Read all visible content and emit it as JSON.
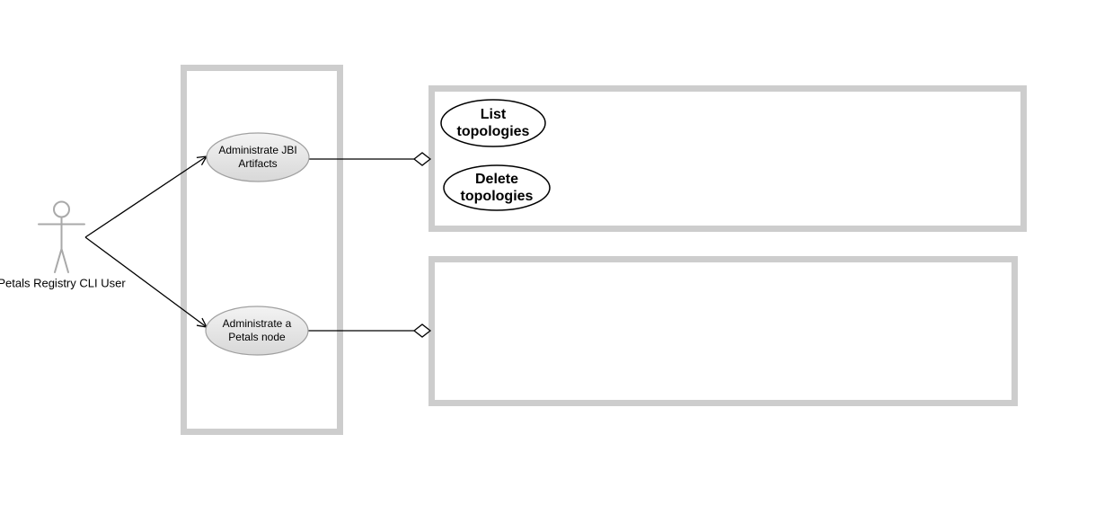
{
  "diagram": {
    "type": "uml-use-case-diagram",
    "actor": {
      "label": "Petals Registry CLI User"
    },
    "primary_use_cases": [
      {
        "label": "Administrate JBI Artifacts"
      },
      {
        "label": "Administrate a Petals node"
      }
    ],
    "topology_use_cases": [
      {
        "label": "List topologies"
      },
      {
        "label": "Delete topologies"
      }
    ],
    "colors": {
      "background": "#ffffff",
      "boundary_border": "#cdcdcd",
      "primary_ellipse_fill_top": "#f3f3f3",
      "primary_ellipse_fill_bottom": "#d8d8d8",
      "primary_ellipse_stroke": "#a0a0a0",
      "topology_ellipse_fill": "#ffffff",
      "topology_ellipse_stroke": "#000000",
      "actor_stroke": "#a9a9a9",
      "line_color": "#000000",
      "text_color": "#000000"
    }
  }
}
